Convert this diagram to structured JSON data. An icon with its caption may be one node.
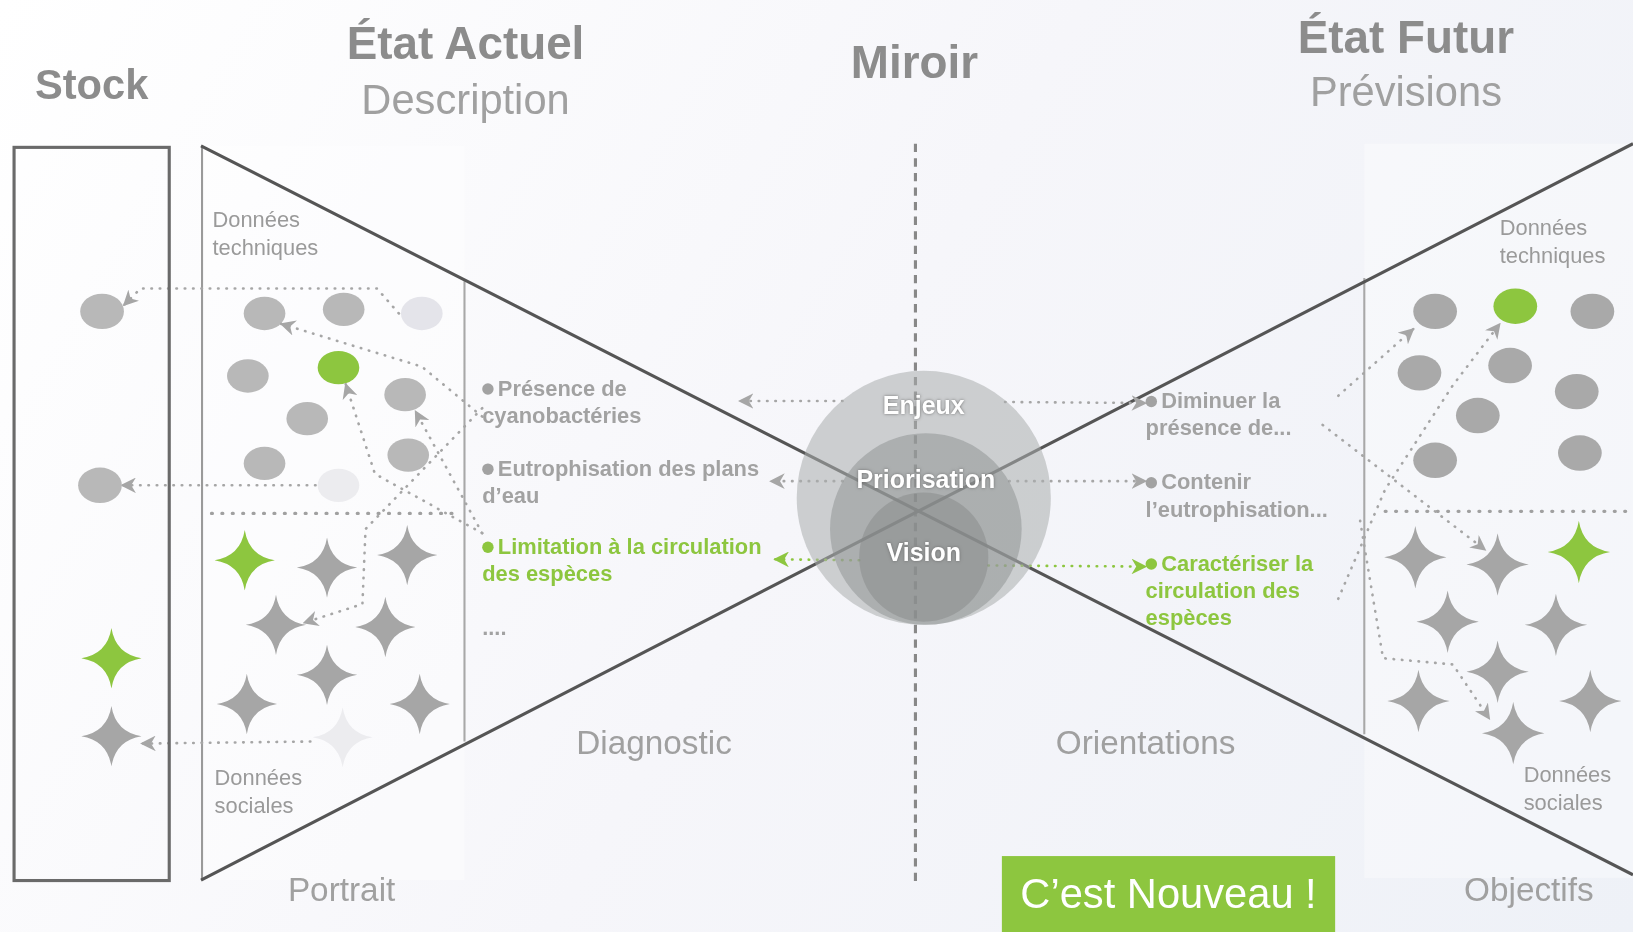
{
  "diagram": {
    "nodes": [
      {
        "text": [
          "Stock"
        ]
      },
      {
        "text": [],
        "shape": "ellipse",
        "in": 0
      },
      {
        "text": [],
        "shape": "ellipse",
        "in": 0
      },
      {
        "text": [],
        "shape": "star",
        "in": 0
      },
      {
        "text": [],
        "shape": "star",
        "in": 0
      },
      {
        "text": [
          "Données techniques",
          "Données sociales"
        ]
      },
      {
        "text": [],
        "shape": "ellipse",
        "in": 5
      },
      {
        "text": [],
        "shape": "ellipse",
        "in": 5
      },
      {
        "text": [],
        "shape": "ellipse",
        "in": 5
      },
      {
        "text": [],
        "shape": "ellipse",
        "in": 5
      },
      {
        "text": [],
        "shape": "ellipse",
        "in": 5
      },
      {
        "text": [],
        "shape": "ellipse",
        "in": 5
      },
      {
        "text": [],
        "shape": "ellipse",
        "in": 5
      },
      {
        "text": [],
        "shape": "ellipse",
        "in": 5
      },
      {
        "text": [],
        "shape": "ellipse",
        "in": 5
      },
      {
        "text": [],
        "shape": "ellipse",
        "in": 5
      },
      {
        "text": [],
        "shape": "star",
        "in": 5
      },
      {
        "text": [],
        "shape": "star",
        "in": 5
      },
      {
        "text": [],
        "shape": "star",
        "in": 5
      },
      {
        "text": [],
        "shape": "star",
        "in": 5
      },
      {
        "text": [],
        "shape": "star",
        "in": 5
      },
      {
        "text": [],
        "shape": "star",
        "in": 5
      },
      {
        "text": [],
        "shape": "star",
        "in": 5
      },
      {
        "text": [],
        "shape": "star",
        "in": 5
      },
      {
        "text": [],
        "shape": "star",
        "in": 5
      },
      {
        "text": [
          "Présence de cyanobactéries"
        ]
      },
      {
        "text": [
          "Eutrophisation des plans d’eau"
        ]
      },
      {
        "text": [
          "Limitation à la circulation des espèces"
        ]
      },
      {
        "text": [
          "...."
        ]
      },
      {
        "text": [
          "Enjeux"
        ]
      },
      {
        "text": [
          "Priorisation"
        ],
        "in": 29
      },
      {
        "text": [
          "Vision"
        ],
        "in": 30
      },
      {
        "text": [
          "Diminuer la présence de..."
        ]
      },
      {
        "text": [
          "Contenir l’eutrophisation..."
        ]
      },
      {
        "text": [
          "Caractériser la circulation des espèces"
        ]
      },
      {
        "text": [
          "Données techniques",
          "Données sociales"
        ]
      },
      {
        "text": [],
        "shape": "ellipse",
        "in": 35
      },
      {
        "text": [],
        "shape": "ellipse",
        "in": 35
      },
      {
        "text": [],
        "shape": "ellipse",
        "in": 35
      },
      {
        "text": [],
        "shape": "ellipse",
        "in": 35
      },
      {
        "text": [],
        "shape": "ellipse",
        "in": 35
      },
      {
        "text": [],
        "shape": "ellipse",
        "in": 35
      },
      {
        "text": [],
        "shape": "ellipse",
        "in": 35
      },
      {
        "text": [],
        "shape": "ellipse",
        "in": 35
      },
      {
        "text": [],
        "shape": "ellipse",
        "in": 35
      },
      {
        "text": [],
        "shape": "star",
        "in": 35
      },
      {
        "text": [],
        "shape": "star",
        "in": 35
      },
      {
        "text": [],
        "shape": "star",
        "in": 35
      },
      {
        "text": [],
        "shape": "star",
        "in": 35
      },
      {
        "text": [],
        "shape": "star",
        "in": 35
      },
      {
        "text": [],
        "shape": "star",
        "in": 35
      },
      {
        "text": [],
        "shape": "star",
        "in": 35
      },
      {
        "text": [],
        "shape": "star",
        "in": 35
      },
      {
        "text": [],
        "shape": "star",
        "in": 35
      },
      {
        "text": [
          "C’est Nouveau !"
        ]
      }
    ],
    "edges": [
      {
        "from": 8,
        "to": 1,
        "arrow": "to"
      },
      {
        "from": 15,
        "to": 2,
        "arrow": "to"
      },
      {
        "from": 24,
        "to": 4,
        "arrow": "to"
      },
      {
        "from": 25,
        "to": 6,
        "arrow": "to"
      },
      {
        "from": 25,
        "to": 19,
        "arrow": "to"
      },
      {
        "from": 27,
        "to": 10,
        "arrow": "to"
      },
      {
        "from": 27,
        "to": 11,
        "arrow": "to"
      },
      {
        "from": 29,
        "to": 25,
        "arrow": "to"
      },
      {
        "from": 29,
        "to": 32,
        "arrow": "to"
      },
      {
        "from": 30,
        "to": 26,
        "arrow": "to"
      },
      {
        "from": 30,
        "to": 33,
        "arrow": "to"
      },
      {
        "from": 31,
        "to": 27,
        "arrow": "to",
        "color": "#8dc63f"
      },
      {
        "from": 31,
        "to": 34,
        "arrow": "to",
        "color": "#8dc63f"
      },
      {
        "from": 32,
        "to": 36,
        "arrow": "to"
      },
      {
        "from": 32,
        "to": 46,
        "arrow": "to"
      },
      {
        "from": 33,
        "to": 53,
        "arrow": "to"
      },
      {
        "from": 34,
        "to": 37,
        "arrow": "to"
      }
    ],
    "labels": [
      "État Actuel",
      "Description",
      "Miroir",
      "État Futur",
      "Prévisions",
      "Portrait",
      "Diagnostic",
      "Orientations",
      "Objectifs"
    ]
  }
}
